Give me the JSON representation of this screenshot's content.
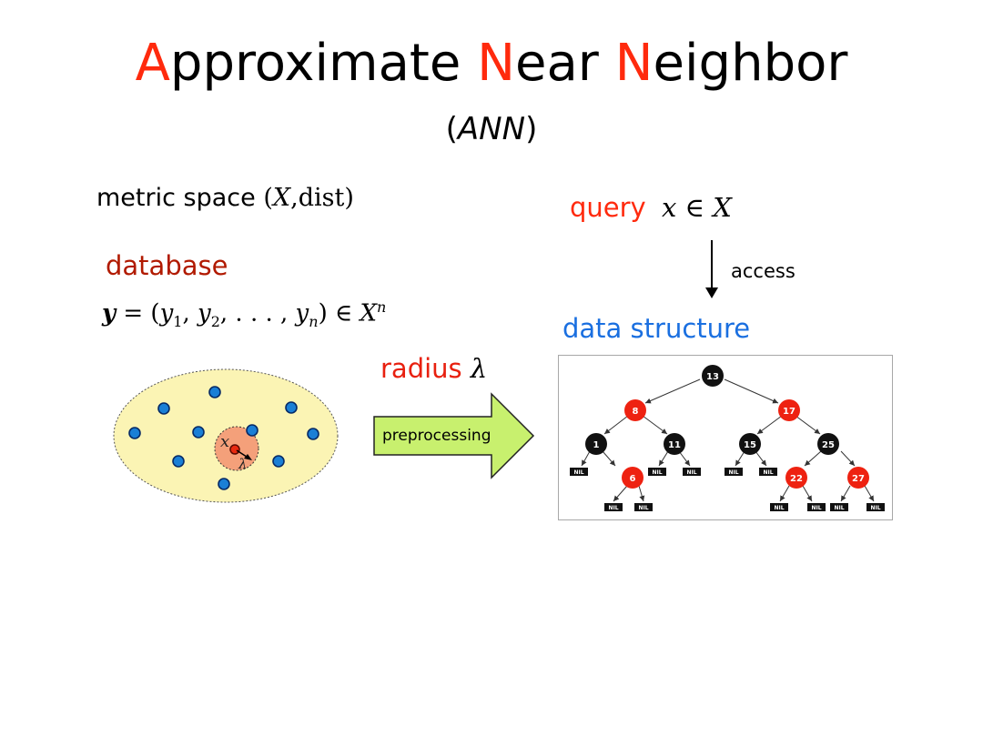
{
  "title": {
    "A": "A",
    "pproximate": "pproximate",
    "N1": "N",
    "ear": "ear",
    "N2": "N",
    "eighbor": "eighbor",
    "accent_color": "#ff2a0d"
  },
  "subtitle": {
    "open": "(",
    "text": "ANN",
    "close": ")"
  },
  "metric": {
    "label": "metric space ",
    "open": "(",
    "X": "X",
    "comma": ",",
    "dist": "dist",
    "close": ")"
  },
  "database": {
    "label": "database",
    "y": "y",
    "eq": " = (",
    "y1": "y",
    "sub1": "1",
    "sep1": ", ",
    "y2": "y",
    "sub2": "2",
    "sep2": ", . . . , ",
    "yn": "y",
    "subn": "n",
    "close": ") ∈ ",
    "X": "X",
    "sup": "n"
  },
  "query": {
    "label": "query",
    "x": "x",
    "in": " ∈ ",
    "X": "X"
  },
  "access": "access",
  "data_structure": "data structure",
  "radius": {
    "label": "radius ",
    "lambda": "λ"
  },
  "preprocessing": "preprocessing",
  "point_set": {
    "query_label": "x",
    "radius_label": "λ",
    "point_color": "#1a7fd6",
    "region_color": "#fbf4b4"
  },
  "tree": {
    "red_color": "#ee2211",
    "nodes": [
      {
        "key": "13",
        "color": "black"
      },
      {
        "key": "8",
        "color": "red"
      },
      {
        "key": "17",
        "color": "red"
      },
      {
        "key": "1",
        "color": "black"
      },
      {
        "key": "11",
        "color": "black"
      },
      {
        "key": "15",
        "color": "black"
      },
      {
        "key": "25",
        "color": "black"
      },
      {
        "key": "6",
        "color": "red"
      },
      {
        "key": "22",
        "color": "red"
      },
      {
        "key": "27",
        "color": "red"
      }
    ],
    "nil_label": "NIL"
  }
}
